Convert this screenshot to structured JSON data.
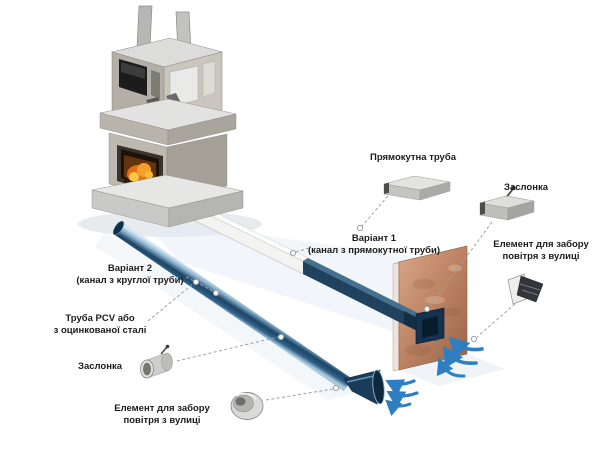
{
  "labels": {
    "rect_pipe": "Прямокутна труба",
    "damper_right": "Заслонка",
    "variant1_title": "Варіант 1",
    "variant1_sub": "(канал з прямокутної труби)",
    "intake_right_1": "Елемент для забору",
    "intake_right_2": "повітря з вулиці",
    "variant2_title": "Варіант 2",
    "variant2_sub": "(канал з круглої труби)",
    "pvc_1": "Труба PCV або",
    "pvc_2": "з оцинкованої сталі",
    "damper_left": "Заслонка",
    "intake_bottom_1": "Елемент для забору",
    "intake_bottom_2": "повітря з вулиці"
  },
  "colors": {
    "duct_navy": "#21425f",
    "duct_navy_top": "#46708e",
    "pipe_blue": "#1c4465",
    "wall_copper": "#bc8262",
    "arrow_blue": "#2e7fc2",
    "fire_orange": "#e07012",
    "leader_gray": "#9aa0a6"
  }
}
